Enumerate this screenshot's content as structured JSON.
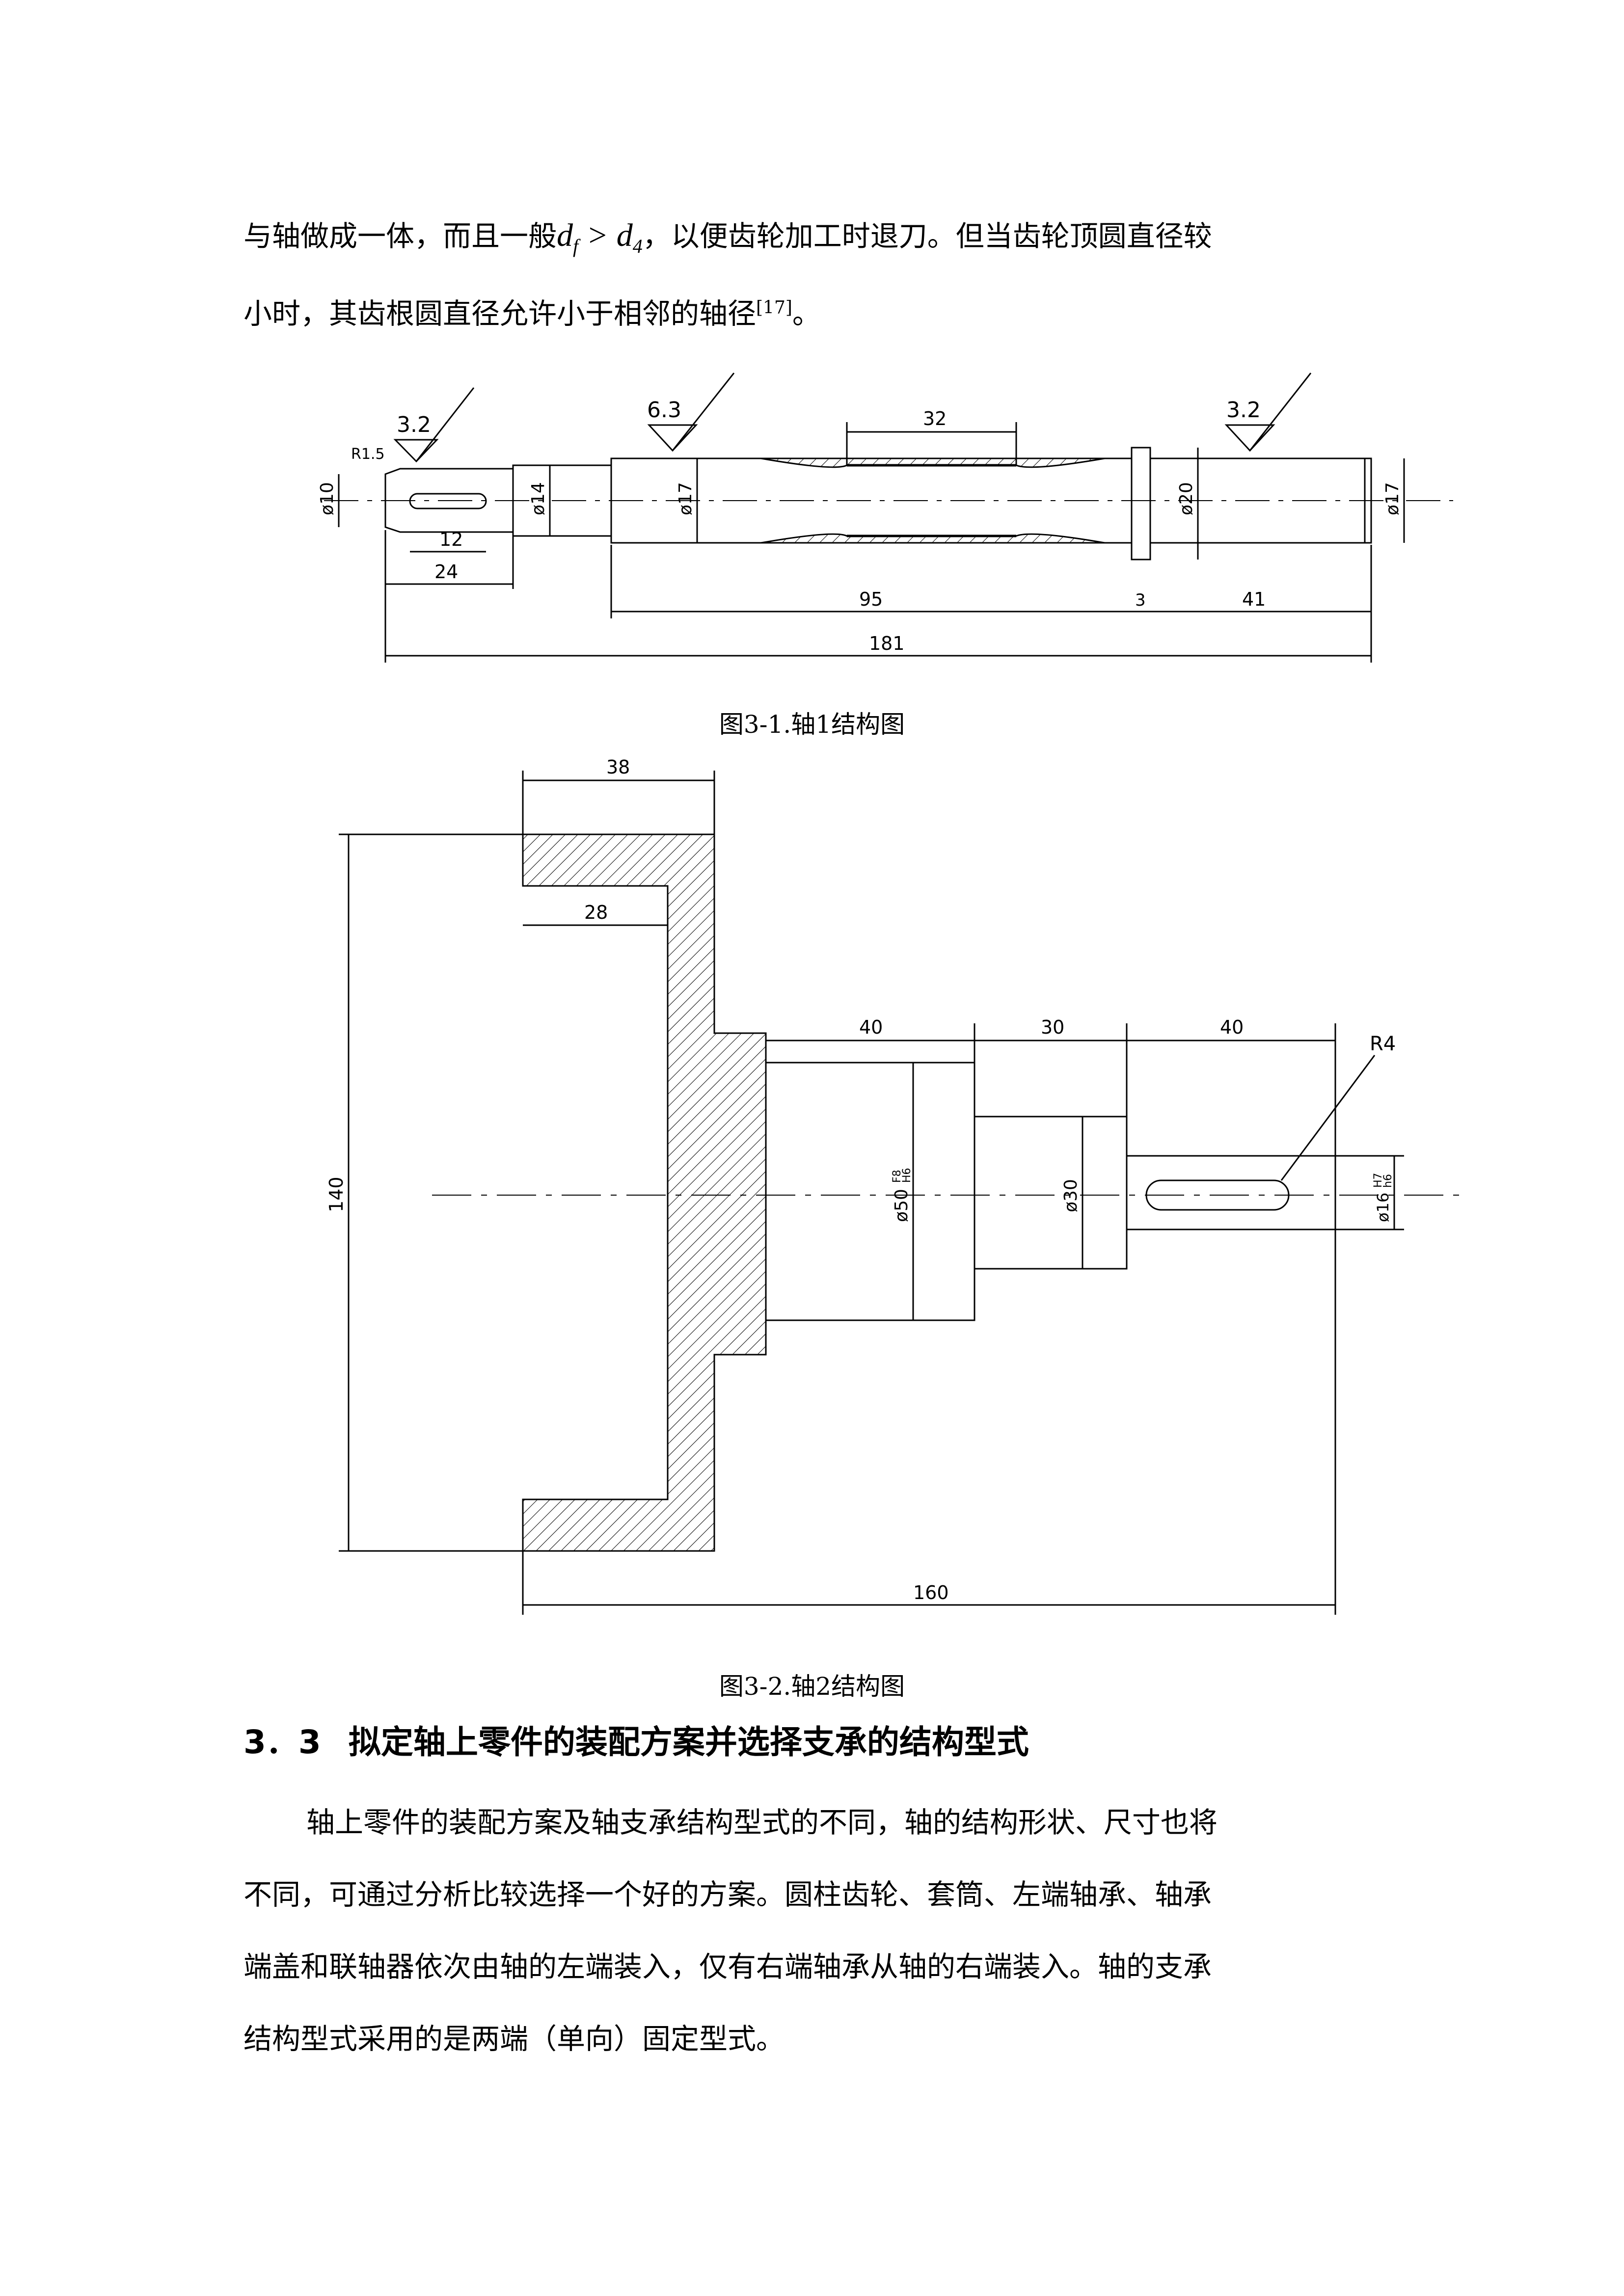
{
  "intro": {
    "line1_a": "与轴做成一体，而且一般",
    "math_df": "d",
    "math_df_sub": "f",
    "math_gt": " > ",
    "math_d4": "d",
    "math_d4_sub": "4",
    "line1_b": "，以便齿轮加工时退刀。但当齿轮顶圆直径较",
    "line2": "小时，其齿根圆直径允许小于相邻的轴径",
    "citation": "[17]",
    "line2_end": "。"
  },
  "figure1": {
    "caption": "图3-1.轴1结构图",
    "roughness": [
      "3.2",
      "6.3",
      "3.2"
    ],
    "radius": "R1.5",
    "diameters": [
      "ø10",
      "ø14",
      "ø17",
      "ø20",
      "ø17"
    ],
    "dims": {
      "key_len": "12",
      "seg1": "24",
      "groove": "32",
      "mid": "95",
      "collar": "3",
      "right": "41",
      "total": "181"
    }
  },
  "figure2": {
    "caption": "图3-2.轴2结构图",
    "dims": {
      "top_width": "38",
      "inner_depth": "28",
      "height": "140",
      "seg_a": "40",
      "seg_b": "30",
      "seg_c": "40",
      "total": "160"
    },
    "radius": "R4",
    "diameters": {
      "d50": "ø50",
      "d50_tol": "F8",
      "d50_tol2": "H6",
      "d30": "ø30",
      "d16": "ø16",
      "d16_tol": "H7",
      "d16_tol2": "h6"
    }
  },
  "section": {
    "number": "3．3",
    "title": "拟定轴上零件的装配方案并选择支承的结构型式"
  },
  "body": {
    "l1": "轴上零件的装配方案及轴支承结构型式的不同，轴的结构形状、尺寸也将",
    "l2": "不同，可通过分析比较选择一个好的方案。圆柱齿轮、套筒、左端轴承、轴承",
    "l3": "端盖和联轴器依次由轴的左端装入，仅有右端轴承从轴的右端装入。轴的支承",
    "l4": "结构型式采用的是两端（单向）固定型式。"
  }
}
